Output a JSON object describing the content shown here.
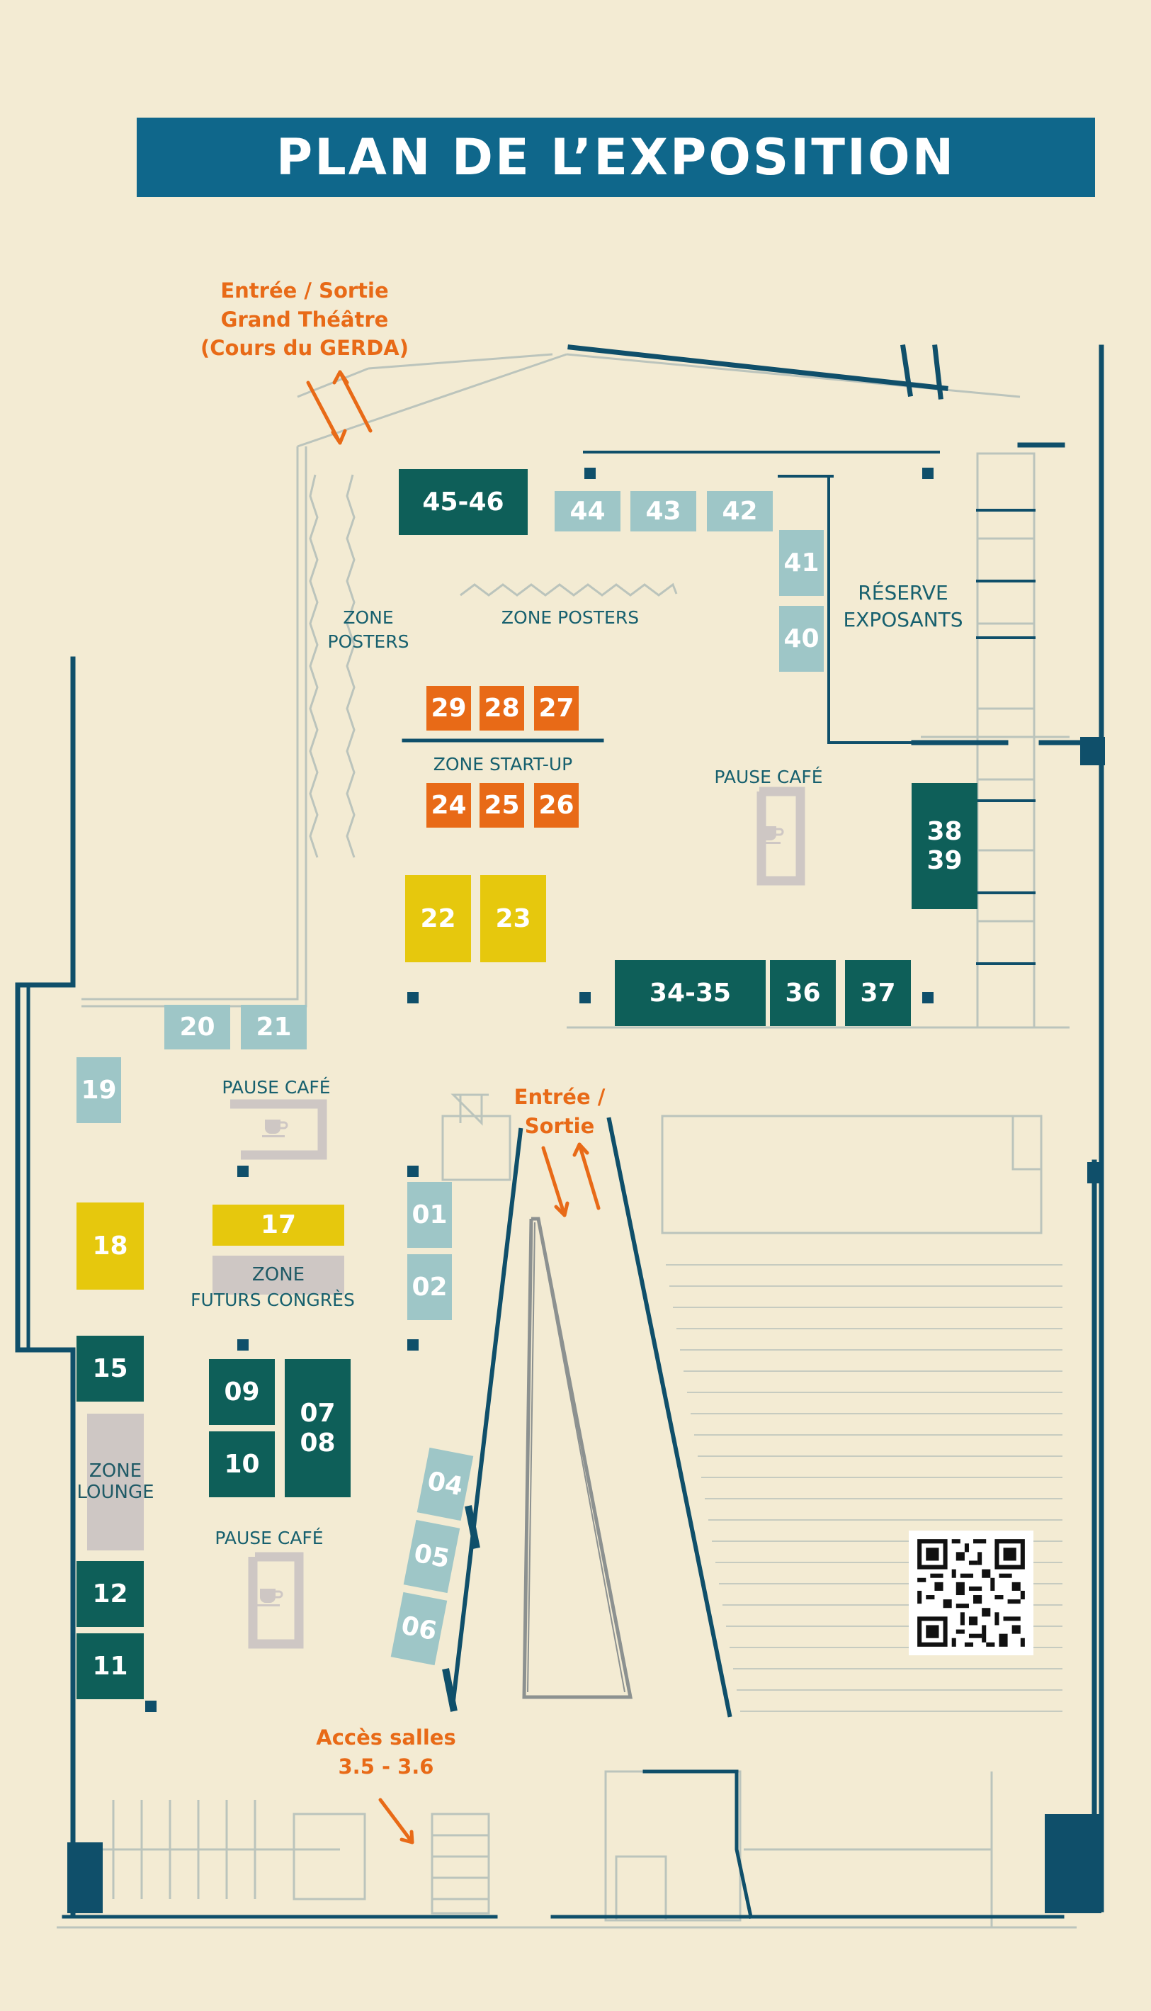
{
  "title": "PLAN DE L’EXPOSITION",
  "colors": {
    "background": "#f3ebd3",
    "banner": "#0f678b",
    "wall": "#0f4f6a",
    "stand_dark": "#0e5f59",
    "stand_light": "#9ec6c7",
    "stand_startup": "#e86a17",
    "stand_yellow": "#e6c80d",
    "zone_grey": "#cec7c4",
    "arrow": "#e86a17",
    "label": "#17606e"
  },
  "stands": {
    "s4546": "45-46",
    "s44": "44",
    "s43": "43",
    "s42": "42",
    "s41": "41",
    "s40": "40",
    "s29": "29",
    "s28": "28",
    "s27": "27",
    "s24": "24",
    "s25": "25",
    "s26": "26",
    "s22": "22",
    "s23": "23",
    "s3839": "38\n39",
    "s3435": "34-35",
    "s36": "36",
    "s37": "37",
    "s20": "20",
    "s21": "21",
    "s19": "19",
    "s18": "18",
    "s17": "17",
    "s01": "01",
    "s02": "02",
    "s15": "15",
    "s09": "09",
    "s10": "10",
    "s0708": "07\n08",
    "s04": "04",
    "s05": "05",
    "s06": "06",
    "s12": "12",
    "s11": "11"
  },
  "zones": {
    "futurs_zone": "ZONE",
    "futurs_label": "FUTURS CONGRÈS",
    "lounge": "ZONE\nLOUNGE",
    "posters_vertical": "ZONE\nPOSTERS",
    "posters_horizontal": "ZONE POSTERS",
    "startup": "ZONE START-UP",
    "reserve": "RÉSERVE\nEXPOSANTS",
    "cafe_top": "PAUSE CAFÉ",
    "cafe_mid": "PAUSE CAFÉ",
    "cafe_bottom": "PAUSE CAFÉ"
  },
  "access": {
    "grand_theatre": "Entrée / Sortie\nGrand Théâtre\n(Cours du GERDA)",
    "main_entrance": "Entrée /\nSortie",
    "salles": "Accès salles\n3.5 - 3.6"
  },
  "icons": [
    "coffee-cup-icon",
    "in-out-arrows-icon",
    "access-arrow-icon",
    "qr-code-icon"
  ]
}
